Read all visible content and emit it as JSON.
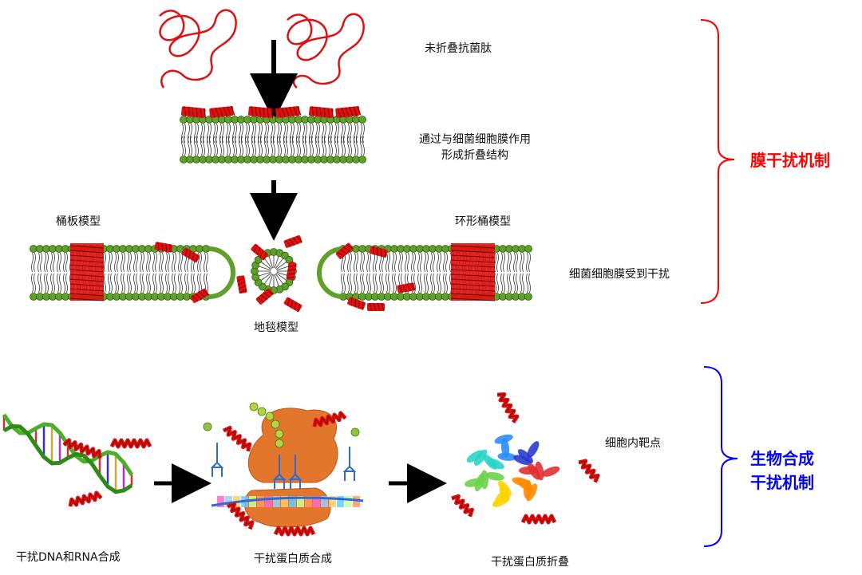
{
  "membrane_mechanism": {
    "title": "膜干扰机制",
    "color": "#ff0000",
    "steps": {
      "unfolded": "未折叠抗菌肽",
      "folding_line1": "通过与细菌细胞膜作用",
      "folding_line2": "形成折叠结构",
      "disrupted": "细菌细胞膜受到干扰"
    },
    "models": {
      "barrel_stave": "桶板模型",
      "toroidal": "环形桶模型",
      "carpet": "地毯模型"
    }
  },
  "biosynthesis_mechanism": {
    "title_line1": "生物合成",
    "title_line2": "干扰机制",
    "color": "#0000ff",
    "target": "细胞内靶点",
    "steps": {
      "dna_rna": "干扰DNA和RNA合成",
      "protein_synthesis": "干扰蛋白质合成",
      "protein_folding": "干扰蛋白质折叠"
    }
  },
  "colors": {
    "peptide": "#e01010",
    "lipid_head": "#5fa02a",
    "ribosome": "#e2762d",
    "arrow": "#000000"
  },
  "icons": [
    "down-arrow-icon",
    "right-arrow-icon",
    "bracket-icon"
  ]
}
